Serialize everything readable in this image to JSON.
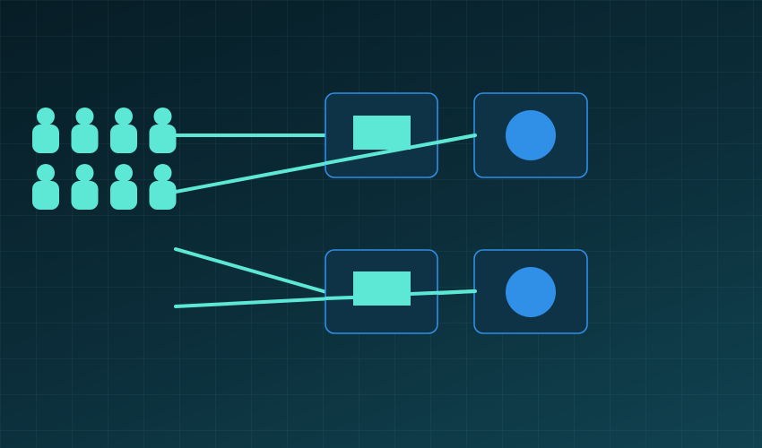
{
  "colors": {
    "background_top": "#071d26",
    "background_bottom": "#114250",
    "person_fill": "#5de8d6",
    "connector": "#5de8d6",
    "node_fill": "#0f3346",
    "node_stroke": "#2f8fe6",
    "rect_symbol": "#5de8d6",
    "circle_symbol": "#3090e8"
  },
  "icons": {
    "person": "person-icon",
    "queue_symbol": "rectangle-shape",
    "service_symbol": "circle-shape"
  },
  "diagram": {
    "people_rows": 2,
    "people_per_row": 4,
    "node_rows": [
      {
        "row": "top",
        "nodes": [
          "rectangle-node",
          "circle-node"
        ]
      },
      {
        "row": "bottom",
        "nodes": [
          "rectangle-node",
          "circle-node"
        ]
      }
    ]
  }
}
